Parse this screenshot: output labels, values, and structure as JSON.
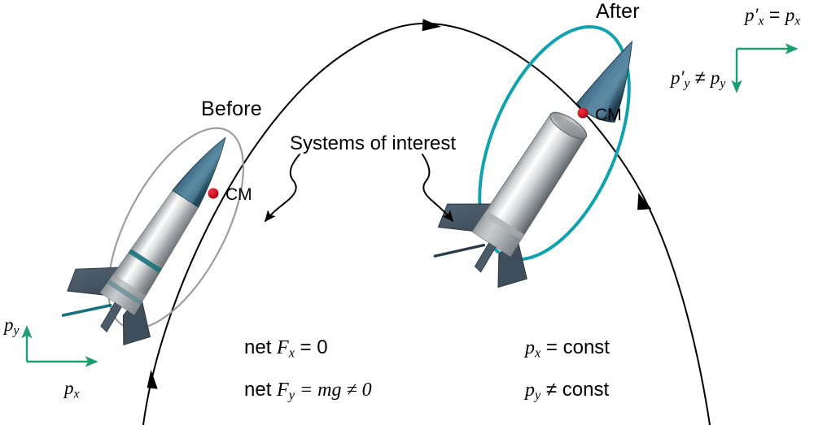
{
  "figure": {
    "kind": "physics-diagram",
    "subject": "rocket-projectile-momentum-conservation",
    "background_color": "#ffffff"
  },
  "labels": {
    "before": "Before",
    "after": "After",
    "systems_of_interest": "Systems of interest",
    "cm_before": "CM",
    "cm_after": "CM"
  },
  "equations": {
    "left": [
      {
        "id": "net-fx",
        "prefix": "net ",
        "var": "F",
        "sub": "x",
        "rest": " = 0"
      },
      {
        "id": "net-fy",
        "prefix": "net ",
        "var": "F",
        "sub": "y",
        "rest": " = mg ≠ 0"
      }
    ],
    "right": [
      {
        "id": "px-const",
        "prefix": "",
        "var": "p",
        "sub": "x",
        "rest": " = const"
      },
      {
        "id": "py-const",
        "prefix": "",
        "var": "p",
        "sub": "y",
        "rest": " ≠ const"
      }
    ],
    "plain": {
      "net_fx": "net F_x = 0",
      "net_fy": "net F_y = mg ≠ 0",
      "px_const": "p_x = const",
      "py_const": "p_y ≠ const"
    }
  },
  "axes": {
    "bottom_left": {
      "name": "momentum-axes-before",
      "color": "#1a9e6e",
      "x_label": "p_x",
      "y_label": "p_y",
      "x_var": "p",
      "x_sub": "x",
      "y_var": "p",
      "y_sub": "y",
      "x_direction": "right",
      "y_direction": "up"
    },
    "top_right": {
      "name": "momentum-axes-after",
      "color": "#1a9e6e",
      "x_label": "p'_x = p_x",
      "y_label": "p'_y ≠ p_y",
      "x_direction": "right",
      "y_direction": "down"
    }
  },
  "systems": {
    "before": {
      "ellipse_color": "#9e9e9e",
      "ellipse_center": [
        216,
        281
      ],
      "ellipse_rx": 60,
      "ellipse_ry": 136,
      "ellipse_rotation_deg": 28
    },
    "after": {
      "ellipse_color": "#11a2b0",
      "ellipse_center": [
        681,
        176
      ],
      "ellipse_rx": 76,
      "ellipse_ry": 152,
      "ellipse_rotation_deg": 23
    }
  },
  "trajectory": {
    "name": "projectile-path",
    "color": "#000000",
    "stroke_width": 2,
    "arrow_count": 3,
    "apex": [
      525,
      28
    ],
    "start": [
      176,
      523
    ],
    "end": [
      872,
      523
    ]
  },
  "rocket_colors": {
    "nose_cone": "#2e5366",
    "nose_cone_light": "#5b8aa0",
    "body_light": "#fbfbfb",
    "body_mid": "#b9bcbe",
    "body_dark": "#6d7276",
    "fin": "#4a5a68",
    "fin_dark": "#34414d",
    "stripe": "#17707a",
    "cm_dot": "#cc1122"
  }
}
